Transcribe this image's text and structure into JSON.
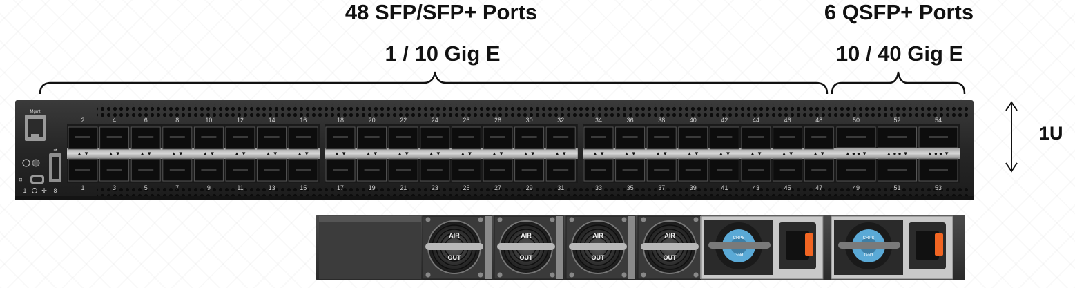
{
  "labels": {
    "sfp_title": "48 SFP/SFP+ Ports",
    "sfp_speed": "1 / 10 Gig E",
    "qsfp_title": "6 QSFP+ Ports",
    "qsfp_speed": "10 / 40 Gig E",
    "rack_height": "1U"
  },
  "front_panel": {
    "mgmt_label": "Mgmt",
    "status_labels": [
      "1",
      "8"
    ],
    "sfp_top_ports": [
      "2",
      "4",
      "6",
      "8",
      "10",
      "12",
      "14",
      "16",
      "18",
      "20",
      "22",
      "24",
      "26",
      "28",
      "30",
      "32",
      "34",
      "36",
      "38",
      "40",
      "42",
      "44",
      "46",
      "48"
    ],
    "sfp_bottom_ports": [
      "1",
      "3",
      "5",
      "7",
      "9",
      "11",
      "13",
      "15",
      "17",
      "19",
      "21",
      "23",
      "25",
      "27",
      "29",
      "31",
      "33",
      "35",
      "37",
      "39",
      "41",
      "43",
      "45",
      "47"
    ],
    "qsfp_top_ports": [
      "50",
      "52",
      "54"
    ],
    "qsfp_bottom_ports": [
      "49",
      "51",
      "53"
    ]
  },
  "rear_panel": {
    "fans": [
      {
        "top": "AIR",
        "bottom": "OUT"
      },
      {
        "top": "AIR",
        "bottom": "OUT"
      },
      {
        "top": "AIR",
        "bottom": "OUT"
      },
      {
        "top": "AIR",
        "bottom": "OUT"
      }
    ],
    "psus": [
      {
        "top": "CRPS",
        "bottom": "Gold"
      },
      {
        "top": "CRPS",
        "bottom": "Gold"
      }
    ]
  },
  "colors": {
    "chassis": "#2a2a2a",
    "bracket": "#111111",
    "psu_ring": "#5aa9d6",
    "psu_latch": "#f26522"
  }
}
